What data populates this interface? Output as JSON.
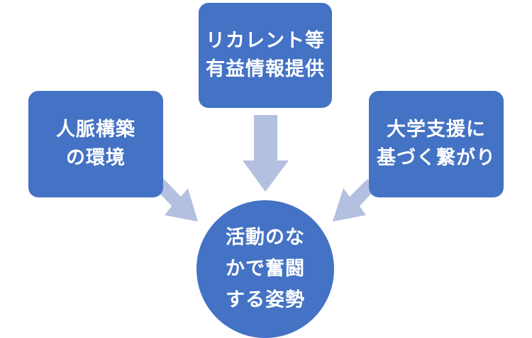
{
  "colors": {
    "box_fill": "#4472c4",
    "arrow_fill": "#b4c0df",
    "text": "#ffffff"
  },
  "nodes": {
    "top": {
      "lines": [
        "リカレント等",
        "有益情報提供"
      ]
    },
    "left": {
      "lines": [
        "人脈構築",
        "の環境"
      ]
    },
    "right": {
      "lines": [
        "大学支援に",
        "基づく繋がり"
      ]
    },
    "center": {
      "lines": [
        "活動のな",
        "かで奮闘",
        "する姿勢"
      ]
    }
  }
}
